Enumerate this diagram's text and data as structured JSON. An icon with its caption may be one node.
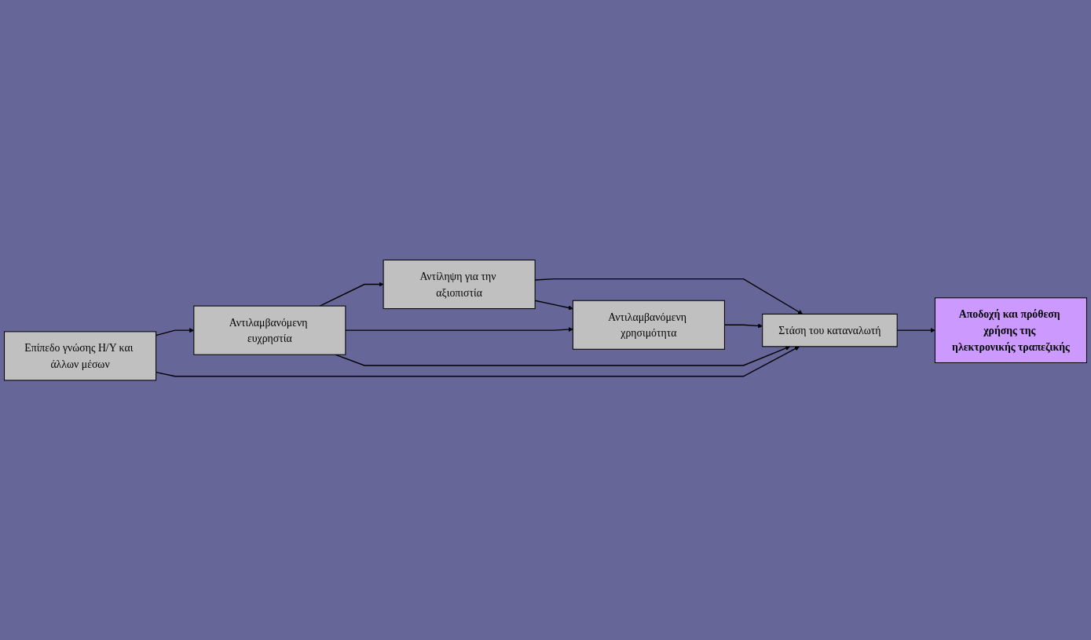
{
  "diagram": {
    "nodes": [
      {
        "text": [
          "Αντίληψη για την αξιοπιστία"
        ]
      },
      {
        "text": [
          "Αντιλαμβανόμενη χρησιμότητα"
        ]
      },
      {
        "text": [
          "Αντιλαμβανόμενη ευχρηστία"
        ]
      },
      {
        "text": [
          "Επίπεδο γνώσης Η/Υ και άλλων μέσων"
        ]
      },
      {
        "text": [
          "Στάση του καταναλωτή"
        ]
      },
      {
        "text": [
          "Αποδοχή και πρόθεση χρήσης της ηλεκτρονικής τραπεζικής"
        ]
      }
    ],
    "edges": [
      {
        "from": 0,
        "to": 1,
        "arrow": "to"
      },
      {
        "from": 3,
        "to": 2,
        "arrow": "to"
      },
      {
        "from": 2,
        "to": 0,
        "arrow": "to"
      },
      {
        "from": 2,
        "to": 1,
        "arrow": "to"
      },
      {
        "from": 0,
        "to": 4,
        "arrow": "to"
      },
      {
        "from": 1,
        "to": 4,
        "arrow": "to"
      },
      {
        "from": 2,
        "to": 4,
        "arrow": "to"
      },
      {
        "from": 3,
        "to": 4,
        "arrow": "to"
      },
      {
        "from": 4,
        "to": 5,
        "arrow": "to"
      }
    ]
  }
}
